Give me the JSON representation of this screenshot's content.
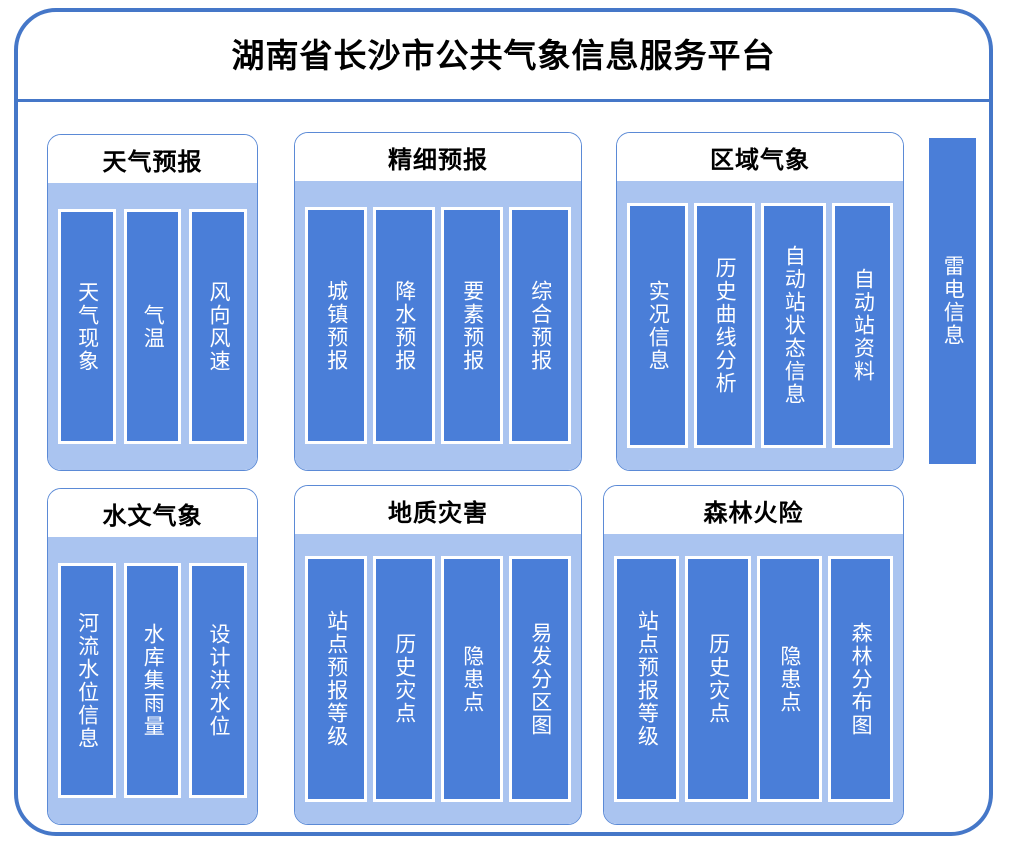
{
  "header": {
    "title": "湖南省长沙市公共气象信息服务平台"
  },
  "colors": {
    "frame_border": "#4577c8",
    "panel_border": "#5b8ad6",
    "panel_body": "#aac4f0",
    "bar_fill": "#4a7ed8",
    "bar_border": "#ffffff",
    "bar_text": "#ffffff",
    "title_text": "#000000",
    "background": "#ffffff"
  },
  "panels": [
    {
      "id": "weather-forecast",
      "title": "天气预报",
      "items": [
        {
          "label": "天气现象"
        },
        {
          "label": "气温"
        },
        {
          "label": "风向风速"
        }
      ]
    },
    {
      "id": "fine-forecast",
      "title": "精细预报",
      "items": [
        {
          "label": "城镇预报"
        },
        {
          "label": "降水预报"
        },
        {
          "label": "要素预报"
        },
        {
          "label": "综合预报"
        }
      ]
    },
    {
      "id": "regional-meteorology",
      "title": "区域气象",
      "items": [
        {
          "label": "实况信息"
        },
        {
          "label": "历史曲线分析"
        },
        {
          "label": "自动站状态信息"
        },
        {
          "label": "自动站资料"
        }
      ]
    },
    {
      "id": "hydro-meteorology",
      "title": "水文气象",
      "items": [
        {
          "label": "河流水位信息"
        },
        {
          "label": "水库集雨量"
        },
        {
          "label": "设计洪水位"
        }
      ]
    },
    {
      "id": "geological-hazard",
      "title": "地质灾害",
      "items": [
        {
          "label": "站点预报等级"
        },
        {
          "label": "历史灾点"
        },
        {
          "label": "隐患点"
        },
        {
          "label": "易发分区图"
        }
      ]
    },
    {
      "id": "forest-fire-risk",
      "title": "森林火险",
      "items": [
        {
          "label": "站点预报等级"
        },
        {
          "label": "历史灾点"
        },
        {
          "label": "隐患点"
        },
        {
          "label": "森林分布图"
        }
      ]
    }
  ],
  "standalone": {
    "id": "lightning-info",
    "label": "雷电信息"
  }
}
